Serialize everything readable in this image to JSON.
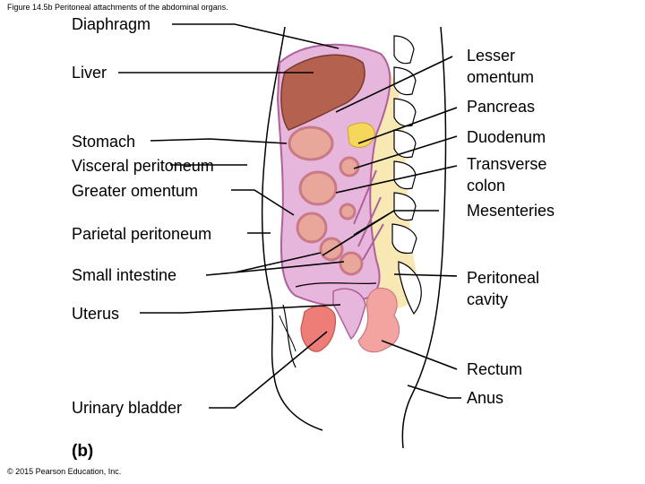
{
  "caption": "Figure 14.5b Peritoneal attachments of the abdominal organs.",
  "copyright": "© 2015 Pearson Education, Inc.",
  "panel_label": "(b)",
  "labels": {
    "diaphragm": "Diaphragm",
    "liver": "Liver",
    "stomach": "Stomach",
    "visceral_peritoneum": "Visceral  peritoneum",
    "greater_omentum": "Greater omentum",
    "parietal_peritoneum": "Parietal peritoneum",
    "small_intestine": "Small intestine",
    "uterus": "Uterus",
    "urinary_bladder": "Urinary bladder",
    "lesser_omentum_line1": "Lesser",
    "lesser_omentum_line2": "omentum",
    "pancreas": "Pancreas",
    "duodenum": "Duodenum",
    "transverse_colon_line1": "Transverse",
    "transverse_colon_line2": "colon",
    "mesenteries": "Mesenteries",
    "peritoneal_cavity_line1": "Peritoneal",
    "peritoneal_cavity_line2": "cavity",
    "rectum": "Rectum",
    "anus": "Anus"
  },
  "colors": {
    "peritoneal_cavity": "#e6b6dc",
    "peritoneum_outline": "#b0609a",
    "liver": "#b5614f",
    "organ_pink": "#e8a79a",
    "organ_ring": "#c97a86",
    "fat_yellow": "#f7e8b4",
    "bladder": "#ee7d78",
    "rectum": "#f3a3a0",
    "vertebra": "#ffffff"
  }
}
